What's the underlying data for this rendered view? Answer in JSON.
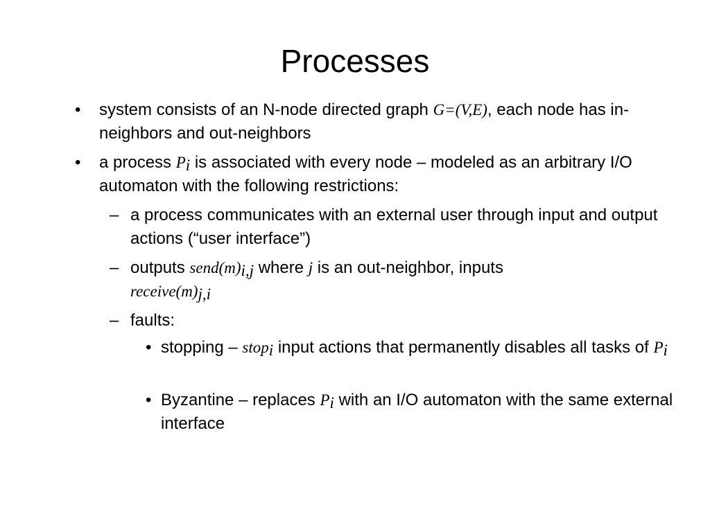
{
  "slide": {
    "title": "Processes",
    "bullets": [
      {
        "marker": "•",
        "parts": [
          "system consists of an N-node directed graph ",
          "G=(V,E)",
          ", each node has in-neighbors and out-neighbors"
        ]
      },
      {
        "marker": "•",
        "parts": [
          "a process ",
          "P",
          "i",
          " is associated with every node – modeled  as an arbitrary I/O automaton with the following restrictions:"
        ]
      },
      {
        "marker": "–",
        "text": "a process communicates with an external user through input and output actions (“user interface”)"
      },
      {
        "marker": "–",
        "parts": [
          "outputs ",
          "send(m)",
          "i,j",
          " where ",
          "j",
          " is an out-neighbor, inputs ",
          "receive(m)",
          "j,i"
        ]
      },
      {
        "marker": "–",
        "text": "faults:"
      },
      {
        "marker": "•",
        "parts": [
          "stopping – ",
          "stop",
          "i",
          " input actions that permanently disables all tasks of ",
          "P",
          "i"
        ]
      },
      {
        "marker": "•",
        "parts": [
          "Byzantine – replaces ",
          "P",
          "i",
          " with an I/O automaton with the same external interface"
        ]
      }
    ]
  }
}
